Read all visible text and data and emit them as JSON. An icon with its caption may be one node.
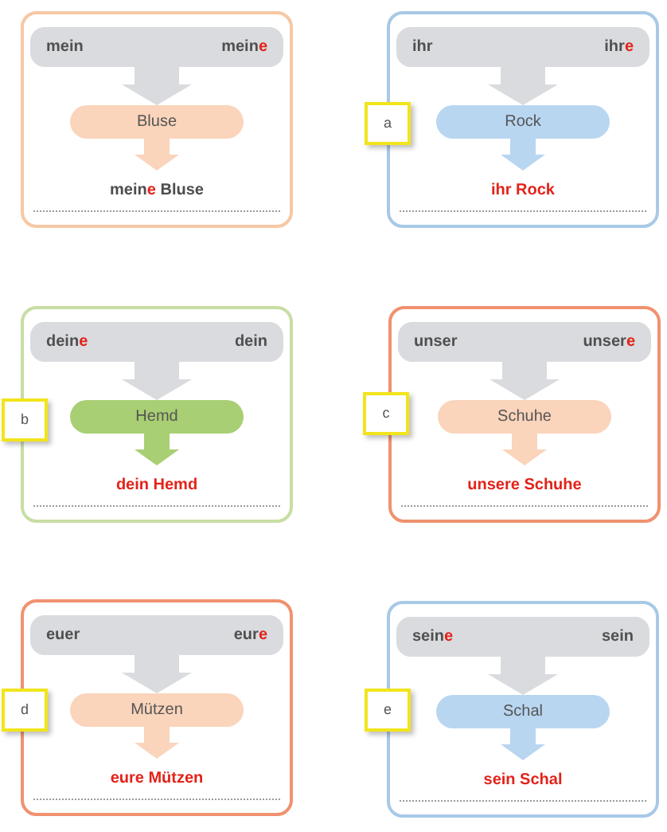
{
  "diagram": {
    "nodes": [
      {
        "text": [],
        "shape": "box"
      },
      {
        "text": [
          "mein",
          "mein**e**"
        ],
        "in": 0
      },
      {
        "text": [
          "Bluse"
        ],
        "in": 0
      },
      {
        "text": [
          "mein**e** Bluse"
        ],
        "in": 0
      },
      {
        "text": [
          "a"
        ]
      },
      {
        "text": [],
        "shape": "box"
      },
      {
        "text": [
          "ihr",
          "ihr**e**"
        ],
        "in": 5
      },
      {
        "text": [
          "Rock"
        ],
        "in": 5
      },
      {
        "text": [
          "ihr Rock"
        ],
        "in": 5
      },
      {
        "text": [
          "b"
        ]
      },
      {
        "text": [],
        "shape": "box"
      },
      {
        "text": [
          "dein**e**",
          "dein"
        ],
        "in": 10
      },
      {
        "text": [
          "Hemd"
        ],
        "in": 10
      },
      {
        "text": [
          "dein Hemd"
        ],
        "in": 10
      },
      {
        "text": [
          "c"
        ]
      },
      {
        "text": [],
        "shape": "box"
      },
      {
        "text": [
          "unser",
          "unser**e**"
        ],
        "in": 15
      },
      {
        "text": [
          "Schuhe"
        ],
        "in": 15
      },
      {
        "text": [
          "unsere Schuhe"
        ],
        "in": 15
      },
      {
        "text": [
          "d"
        ]
      },
      {
        "text": [],
        "shape": "box"
      },
      {
        "text": [
          "euer",
          "eur**e**"
        ],
        "in": 20
      },
      {
        "text": [
          "Mützen"
        ],
        "in": 20
      },
      {
        "text": [
          "eure Mützen"
        ],
        "in": 20
      },
      {
        "text": [
          "e"
        ]
      },
      {
        "text": [],
        "shape": "box"
      },
      {
        "text": [
          "sein**e**",
          "sein"
        ],
        "in": 25
      },
      {
        "text": [
          "Schal"
        ],
        "in": 25
      },
      {
        "text": [
          "sein Schal"
        ],
        "in": 25
      }
    ],
    "edges": [
      {
        "from": 1,
        "to": 2,
        "arrow": "to"
      },
      {
        "from": 2,
        "to": 3,
        "arrow": "to",
        "color": "#fad4bb"
      },
      {
        "from": 6,
        "to": 7,
        "arrow": "to"
      },
      {
        "from": 7,
        "to": 8,
        "arrow": "to",
        "color": "#b9d6f1"
      },
      {
        "from": 11,
        "to": 12,
        "arrow": "to"
      },
      {
        "from": 12,
        "to": 13,
        "arrow": "to",
        "color": "#a8cf73"
      },
      {
        "from": 16,
        "to": 17,
        "arrow": "to"
      },
      {
        "from": 17,
        "to": 18,
        "arrow": "to",
        "color": "#fad4bb"
      },
      {
        "from": 21,
        "to": 22,
        "arrow": "to"
      },
      {
        "from": 22,
        "to": 23,
        "arrow": "to",
        "color": "#fad4bb"
      },
      {
        "from": 26,
        "to": 27,
        "arrow": "to"
      },
      {
        "from": 27,
        "to": 28,
        "arrow": "to",
        "color": "#b9d6f1"
      }
    ]
  }
}
